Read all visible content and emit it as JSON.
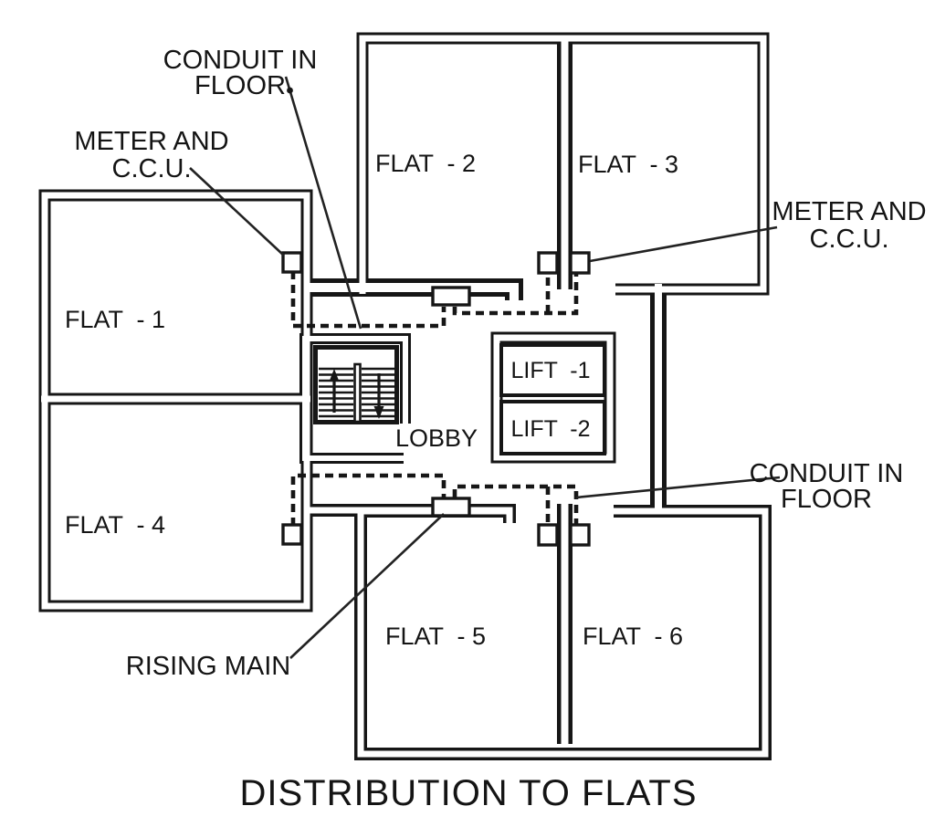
{
  "title": "DISTRIBUTION TO FLATS",
  "colors": {
    "line": "#161616",
    "background": "#ffffff",
    "text": "#141414"
  },
  "rooms": {
    "flat1": "FLAT  - 1",
    "flat2": "FLAT  - 2",
    "flat3": "FLAT  - 3",
    "flat4": "FLAT  - 4",
    "flat5": "FLAT  - 5",
    "flat6": "FLAT  - 6",
    "lift1": "LIFT  -1",
    "lift2": "LIFT  -2",
    "lobby": "LOBBY"
  },
  "annotations": {
    "conduit_top": {
      "line1": "CONDUIT IN",
      "line2": "FLOOR"
    },
    "meter_left": {
      "line1": "METER AND",
      "line2": "C.C.U."
    },
    "meter_right": {
      "line1": "METER AND",
      "line2": "C.C.U."
    },
    "conduit_bottom": {
      "line1": "CONDUIT IN",
      "line2": "FLOOR"
    },
    "rising_main": "RISING MAIN"
  }
}
